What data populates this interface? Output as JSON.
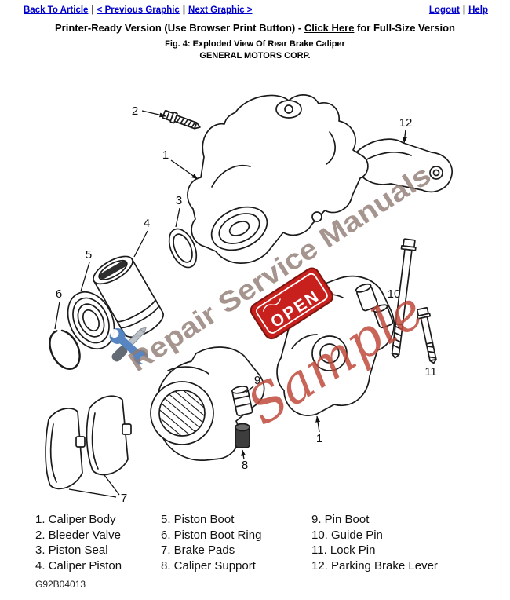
{
  "nav": {
    "separator": "|",
    "back_to_article": "Back To Article",
    "previous_graphic": "< Previous Graphic",
    "next_graphic": "Next Graphic >",
    "logout": "Logout",
    "help": "Help"
  },
  "header": {
    "printer_prefix": "Printer-Ready Version (Use Browser Print Button) - ",
    "printer_link": "Click Here",
    "printer_suffix": " for Full-Size Version",
    "figure_caption": "Fig. 4: Exploded View Of Rear Brake Caliper",
    "manufacturer": "GENERAL MOTORS CORP."
  },
  "watermark": {
    "brand_text": "Repair Service Manuals",
    "sample_text": "Sample",
    "open_text": "OPEN",
    "brand_color": "#8f7b72",
    "sample_color": "#bf4a3c",
    "sign_color": "#c8201c"
  },
  "diagram": {
    "callouts": [
      "2",
      "1",
      "12",
      "3",
      "4",
      "5",
      "6",
      "9",
      "8",
      "7",
      "1",
      "10",
      "11"
    ]
  },
  "legend": {
    "columns": [
      {
        "items": [
          "1. Caliper Body",
          "2. Bleeder Valve",
          "3. Piston Seal",
          "4. Caliper Piston"
        ]
      },
      {
        "items": [
          "5. Piston Boot",
          "6. Piston Boot Ring",
          "7. Brake Pads",
          "8. Caliper Support"
        ]
      },
      {
        "items": [
          "9. Pin Boot",
          "10. Guide Pin",
          "11. Lock Pin",
          "12. Parking Brake Lever"
        ]
      }
    ]
  },
  "footer": {
    "document_id": "G92B04013"
  }
}
